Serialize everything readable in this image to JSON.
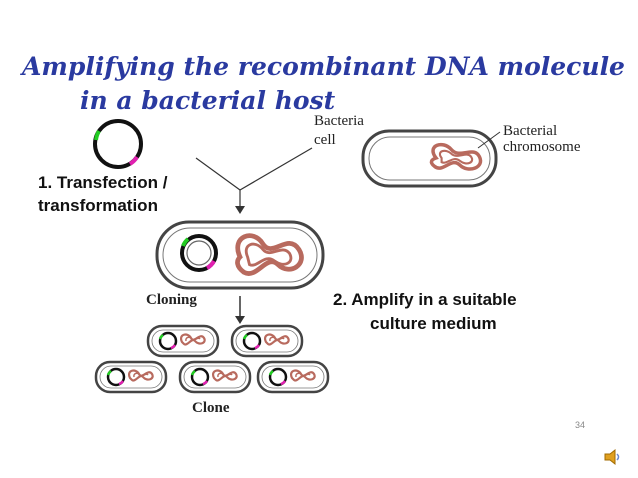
{
  "slide": {
    "title_line1": "Amplifying the recombinant DNA molecule",
    "title_line2": "in a bacterial host",
    "labels": {
      "bacteria_cell_line1": "Bacteria",
      "bacteria_cell_line2": "cell",
      "bacterial_chromosome_line1": "Bacterial",
      "bacterial_chromosome_line2": "chromosome",
      "step1_line1": "1.  Transfection /",
      "step1_line2": "transformation",
      "cloning": "Cloning",
      "step2_line1": "2.  Amplify in a suitable",
      "step2_line2": "culture medium",
      "clone": "Clone"
    },
    "page_number": "34",
    "icons": [
      "speaker-icon"
    ],
    "colors": {
      "title": "#2a3aa0",
      "chromosome": "#b86a5e",
      "plasmid_insert_green": "#22cc22",
      "plasmid_insert_magenta": "#e020b0"
    }
  }
}
